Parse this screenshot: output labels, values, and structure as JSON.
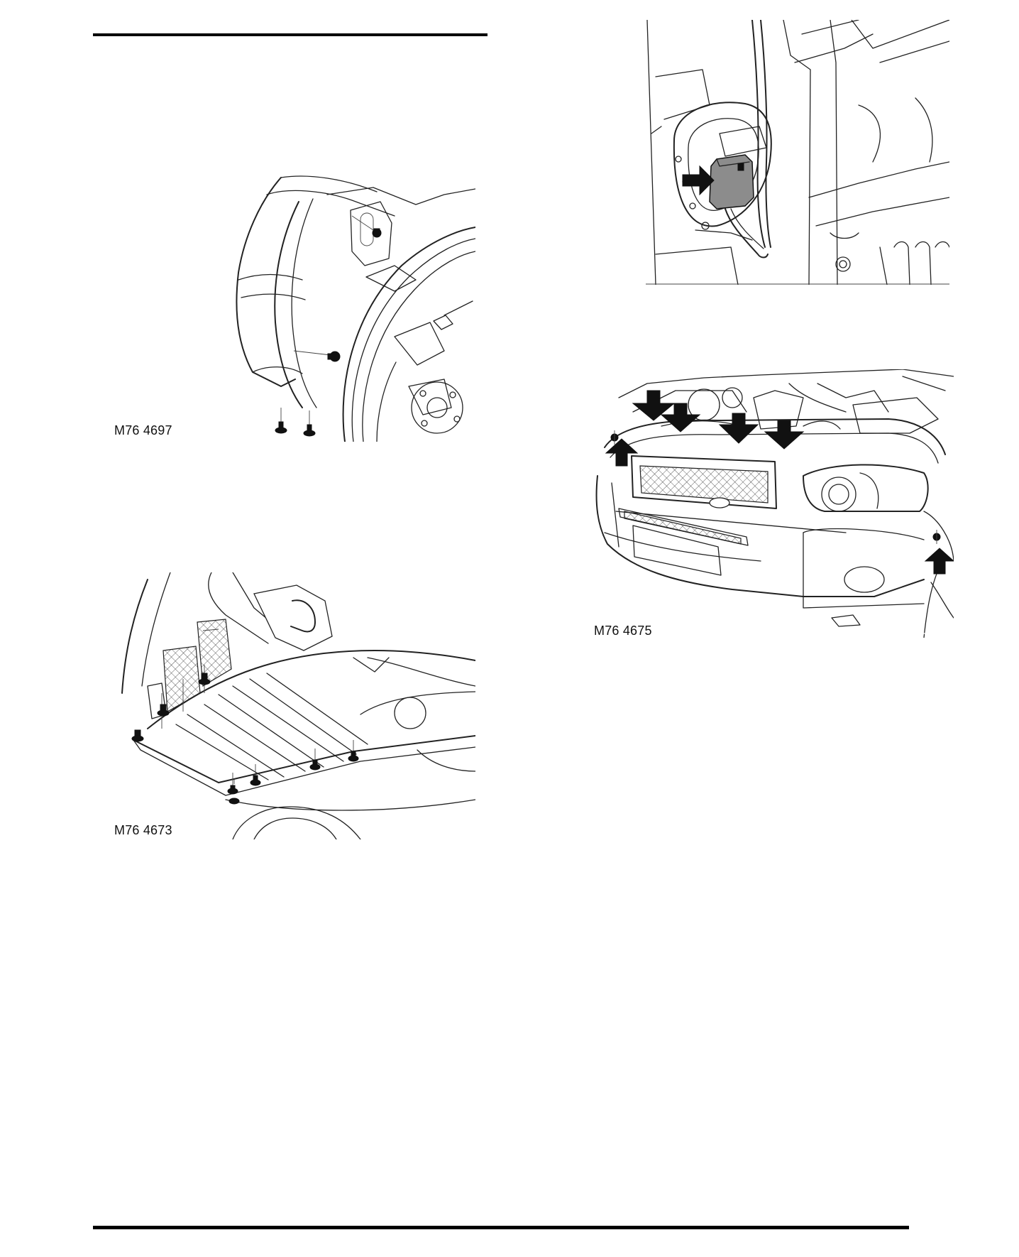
{
  "figures": {
    "wheel_arch_liner": {
      "caption": "M76 4697",
      "icon": "wheel-arch-liner-illustration"
    },
    "undertray": {
      "caption": "M76 4673",
      "icon": "front-undertray-illustration"
    },
    "headlamp_connector": {
      "icon": "headlamp-connector-illustration"
    },
    "front_bumper": {
      "caption": "M76 4675",
      "icon": "front-bumper-illustration"
    }
  }
}
